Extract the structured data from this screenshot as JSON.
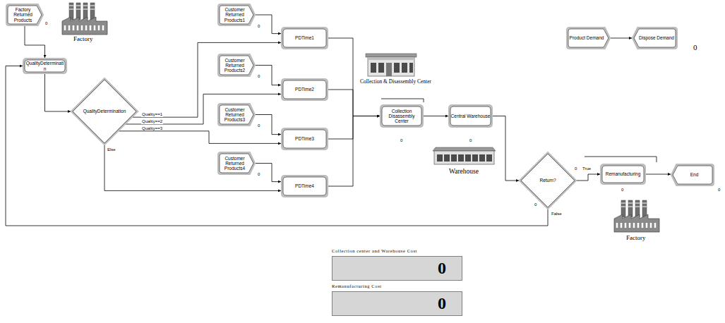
{
  "diagram": {
    "nodes": [
      {
        "text": [
          "Factory Returned Products"
        ]
      },
      {
        "text": [
          "QualityDeterminatin"
        ]
      },
      {
        "text": [
          "QualityDetermination"
        ]
      },
      {
        "text": [
          "Customer Returned Products1"
        ]
      },
      {
        "text": [
          "PDTime1"
        ]
      },
      {
        "text": [
          "Customer Returned Products2"
        ]
      },
      {
        "text": [
          "PDTime2"
        ]
      },
      {
        "text": [
          "Customer Returned Products3"
        ]
      },
      {
        "text": [
          "PDTime3"
        ]
      },
      {
        "text": [
          "Customer Returned Products4"
        ]
      },
      {
        "text": [
          "PDTime4"
        ]
      },
      {
        "text": [
          "Collection Disassembly Center"
        ]
      },
      {
        "text": [
          "Central Warehouse"
        ]
      },
      {
        "text": [
          "Product Demand"
        ]
      },
      {
        "text": [
          "Dispose Demand"
        ]
      },
      {
        "text": [
          "Return?"
        ]
      },
      {
        "text": [
          "Remanufacturing"
        ]
      },
      {
        "text": [
          "End"
        ]
      },
      {
        "text": [
          "Collection center and Warehouse Cost",
          "0"
        ]
      },
      {
        "text": [
          "Remanufacturing Cost",
          "0"
        ]
      }
    ],
    "edges": [
      {
        "from": 0,
        "to": 1,
        "arrow": "to"
      },
      {
        "from": 1,
        "to": 2,
        "arrow": "to"
      },
      {
        "from": 2,
        "to": 4,
        "label": "Quality==1",
        "arrow": "to"
      },
      {
        "from": 2,
        "to": 6,
        "label": "Quality==2",
        "arrow": "to"
      },
      {
        "from": 2,
        "to": 8,
        "label": "Quality==3",
        "arrow": "to"
      },
      {
        "from": 2,
        "to": 10,
        "label": "Else",
        "arrow": "to"
      },
      {
        "from": 3,
        "to": 4,
        "arrow": "to"
      },
      {
        "from": 5,
        "to": 6,
        "arrow": "to"
      },
      {
        "from": 7,
        "to": 8,
        "arrow": "to"
      },
      {
        "from": 9,
        "to": 10,
        "arrow": "to"
      },
      {
        "from": 4,
        "to": 11,
        "arrow": "to"
      },
      {
        "from": 6,
        "to": 11,
        "arrow": "to"
      },
      {
        "from": 8,
        "to": 11,
        "arrow": "to"
      },
      {
        "from": 10,
        "to": 11,
        "arrow": "to"
      },
      {
        "from": 11,
        "to": 12,
        "arrow": "to"
      },
      {
        "from": 12,
        "to": 15,
        "arrow": "to"
      },
      {
        "from": 15,
        "to": 16,
        "label": "True",
        "arrow": "to"
      },
      {
        "from": 15,
        "to": 1,
        "label": "False",
        "arrow": "to"
      },
      {
        "from": 16,
        "to": 17,
        "arrow": "to"
      },
      {
        "from": 13,
        "to": 14,
        "arrow": "to"
      }
    ],
    "labels": [
      "0",
      "Factory",
      "0",
      "0",
      "0",
      "0",
      "Collection & Disassembly Center",
      "0",
      "0",
      "Warehouse",
      "0",
      "0",
      "0",
      "Factory",
      "0",
      "0"
    ]
  }
}
